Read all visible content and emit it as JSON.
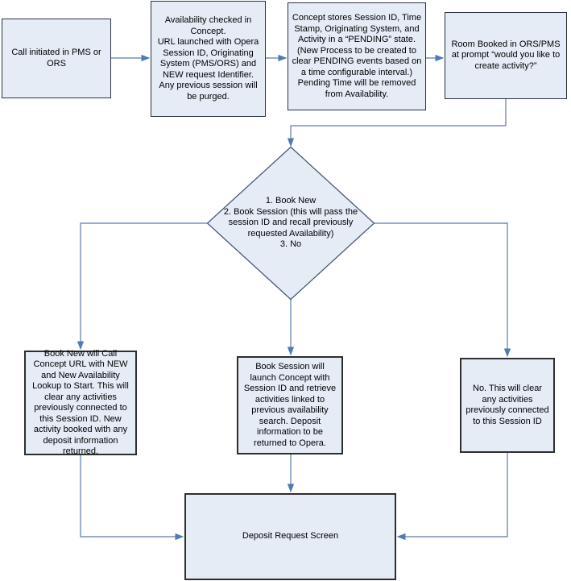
{
  "diagram": {
    "type": "flowchart",
    "colors": {
      "node_fill": "#e5ecf6",
      "process_border": "#2b3244",
      "outcome_border": "#2e2e2e",
      "decision_border": "#49597a",
      "arrow": "#4f7ab3",
      "text": "#000000",
      "background": "#ffffff"
    },
    "nodes": {
      "start": {
        "label": "Call initiated in PMS or ORS"
      },
      "availability": {
        "label": "Availability checked in Concept.\nURL launched with Opera Session ID, Originating System (PMS/ORS) and NEW request Identifier. Any previous session will be purged."
      },
      "concept_store": {
        "label": "Concept stores Session ID, Time Stamp, Originating System, and Activity in a “PENDING” state. (New Process to be created to clear PENDING events based on a time configurable interval.) Pending Time will be removed from Availability."
      },
      "room_booked": {
        "label": "Room Booked in ORS/PMS at prompt “would you like to create activity?”"
      },
      "decision": {
        "label": "1. Book New\n2. Book Session (this will pass the session ID and recall previously requested Availability)\n3. No"
      },
      "book_new": {
        "label": "Book New will Call Concept URL with NEW and New Availability Lookup to Start. This will clear any activities previously connected to this Session ID. New activity booked with any deposit information returned."
      },
      "book_session": {
        "label": "Book Session will launch Concept with Session ID and retrieve activities linked to previous availability search. Deposit information to be returned to Opera."
      },
      "no_option": {
        "label": "No. This will clear any activities previously connected to this Session ID"
      },
      "deposit": {
        "label": "Deposit Request Screen"
      }
    },
    "edges": [
      {
        "from": "start",
        "to": "availability"
      },
      {
        "from": "availability",
        "to": "concept_store"
      },
      {
        "from": "concept_store",
        "to": "room_booked"
      },
      {
        "from": "room_booked",
        "to": "decision"
      },
      {
        "from": "decision",
        "to": "book_new"
      },
      {
        "from": "decision",
        "to": "book_session"
      },
      {
        "from": "decision",
        "to": "no_option"
      },
      {
        "from": "book_new",
        "to": "deposit"
      },
      {
        "from": "book_session",
        "to": "deposit"
      },
      {
        "from": "no_option",
        "to": "deposit"
      }
    ]
  }
}
